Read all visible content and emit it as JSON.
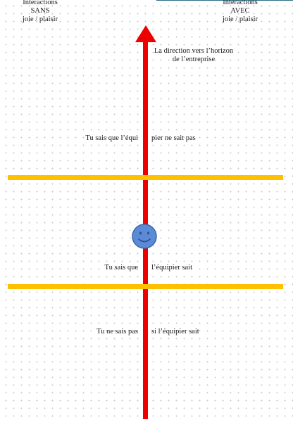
{
  "left_header": {
    "line1": "Interactions",
    "line2": "SANS",
    "line3": "joie / plaisir"
  },
  "right_header": {
    "line1": "Interactions",
    "line2": "AVEC",
    "line3": "joie / plaisir"
  },
  "direction": {
    "line1": "La direction vers l’horizon",
    "line2": "de l’entreprise"
  },
  "top_zone": {
    "left": "Tu sais que l’équi",
    "right": "pier ne sait pas"
  },
  "middle_zone": {
    "left": "Tu sais que",
    "right": "l’équipier sait"
  },
  "bottom_zone": {
    "left": "Tu ne sais pas",
    "right": "si l’équipier sait"
  },
  "colors": {
    "arrow": "#ee0000",
    "bands": "#ffc000",
    "smiley_fill": "#5b8ad6",
    "smiley_stroke": "#3a67ae"
  },
  "icons": {
    "marker": "smiley-icon"
  }
}
